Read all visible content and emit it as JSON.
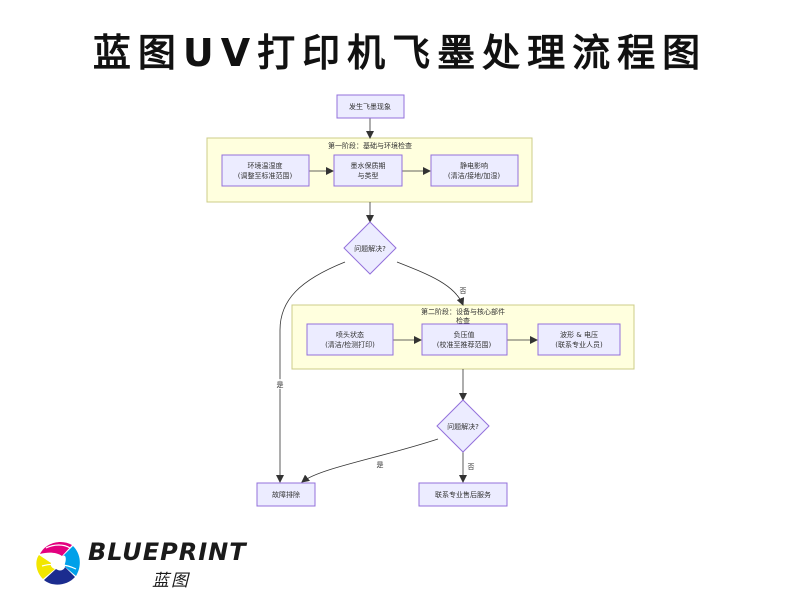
{
  "title": "蓝图UV打印机飞墨处理流程图",
  "diagram": {
    "nodes": {
      "start": "发生飞墨现象",
      "env_temp": [
        "环境温湿度",
        "(调整至标准范围)"
      ],
      "ink": [
        "墨水保质期",
        "与类型"
      ],
      "static": [
        "静电影响",
        "(清洁/接地/加湿)"
      ],
      "check1": "问题解决?",
      "head": [
        "喷头状态",
        "(清洁/检测打印)"
      ],
      "pressure": [
        "负压值",
        "(校准至推荐范围)"
      ],
      "wave": [
        "波形 & 电压",
        "(联系专业人员)"
      ],
      "check2": "问题解决?",
      "done": "故障排除",
      "service": "联系专业售后服务"
    },
    "clusters": {
      "stage1": "第一阶段：基础与环境检查",
      "stage2": [
        "第二阶段：设备与核心部件",
        "检查"
      ]
    },
    "edge_labels": {
      "no1": "否",
      "yes1": "是",
      "yes2": "是",
      "no2": "否"
    }
  },
  "logo": {
    "word": "BLUEPRINT",
    "cn": "蓝图"
  },
  "colors": {
    "node_fill": "#ECECFF",
    "node_stroke": "#9370DB",
    "cluster_fill": "#ffffde",
    "cluster_stroke": "#cccc88"
  }
}
